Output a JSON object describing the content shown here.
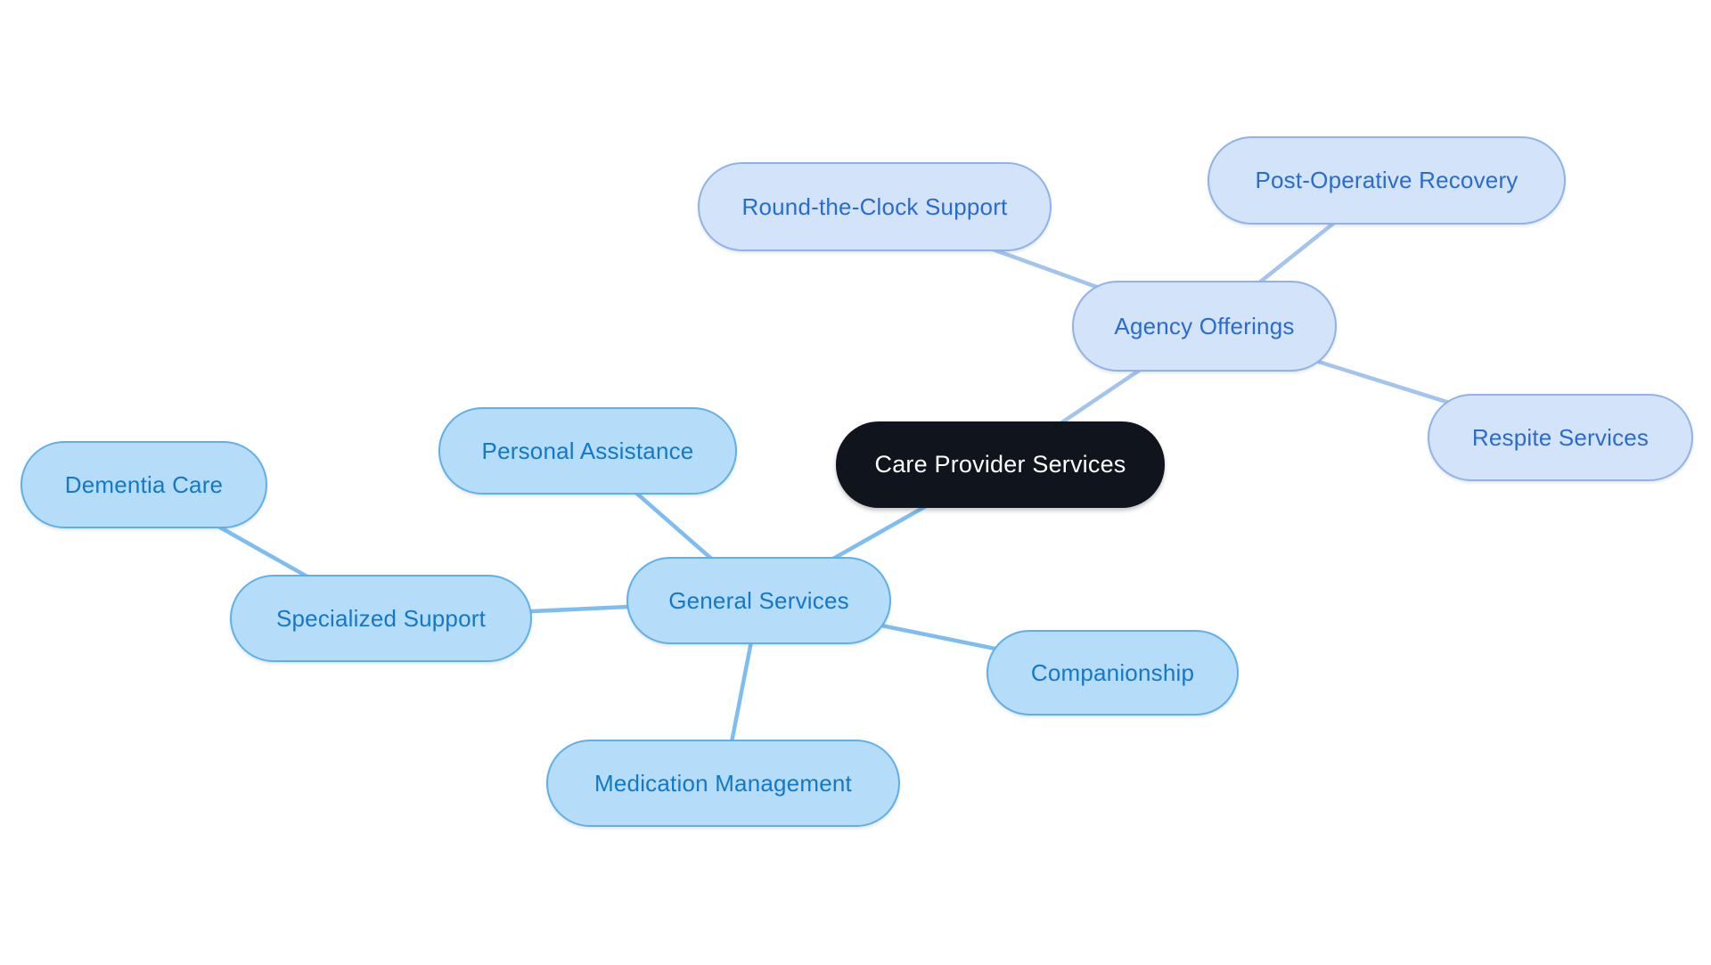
{
  "title": "Care Provider Services mind map",
  "colors": {
    "background": "#ffffff",
    "root_fill": "#10151d",
    "root_text": "#ffffff",
    "agency_fill": "#d3e4fa",
    "agency_border": "#8fb3e8",
    "agency_text": "#2a6bd0",
    "agency_line": "#a3c4ee",
    "general_fill": "#b5ddfa",
    "general_border": "#5fb0ea",
    "general_text": "#1478c8",
    "general_line": "#7dbdf0"
  },
  "nodes": {
    "root": {
      "label": "Care Provider Services"
    },
    "agency_offerings": {
      "label": "Agency Offerings"
    },
    "round_the_clock_support": {
      "label": "Round-the-Clock Support"
    },
    "post_operative_recovery": {
      "label": "Post-Operative Recovery"
    },
    "respite_services": {
      "label": "Respite Services"
    },
    "general_services": {
      "label": "General Services"
    },
    "personal_assistance": {
      "label": "Personal Assistance"
    },
    "specialized_support": {
      "label": "Specialized Support"
    },
    "dementia_care": {
      "label": "Dementia Care"
    },
    "companionship": {
      "label": "Companionship"
    },
    "medication_management": {
      "label": "Medication Management"
    }
  },
  "edges": [
    {
      "from": "Care Provider Services",
      "to": "Agency Offerings"
    },
    {
      "from": "Agency Offerings",
      "to": "Round-the-Clock Support"
    },
    {
      "from": "Agency Offerings",
      "to": "Post-Operative Recovery"
    },
    {
      "from": "Agency Offerings",
      "to": "Respite Services"
    },
    {
      "from": "Care Provider Services",
      "to": "General Services"
    },
    {
      "from": "General Services",
      "to": "Personal Assistance"
    },
    {
      "from": "General Services",
      "to": "Specialized Support"
    },
    {
      "from": "General Services",
      "to": "Companionship"
    },
    {
      "from": "General Services",
      "to": "Medication Management"
    },
    {
      "from": "Specialized Support",
      "to": "Dementia Care"
    }
  ]
}
